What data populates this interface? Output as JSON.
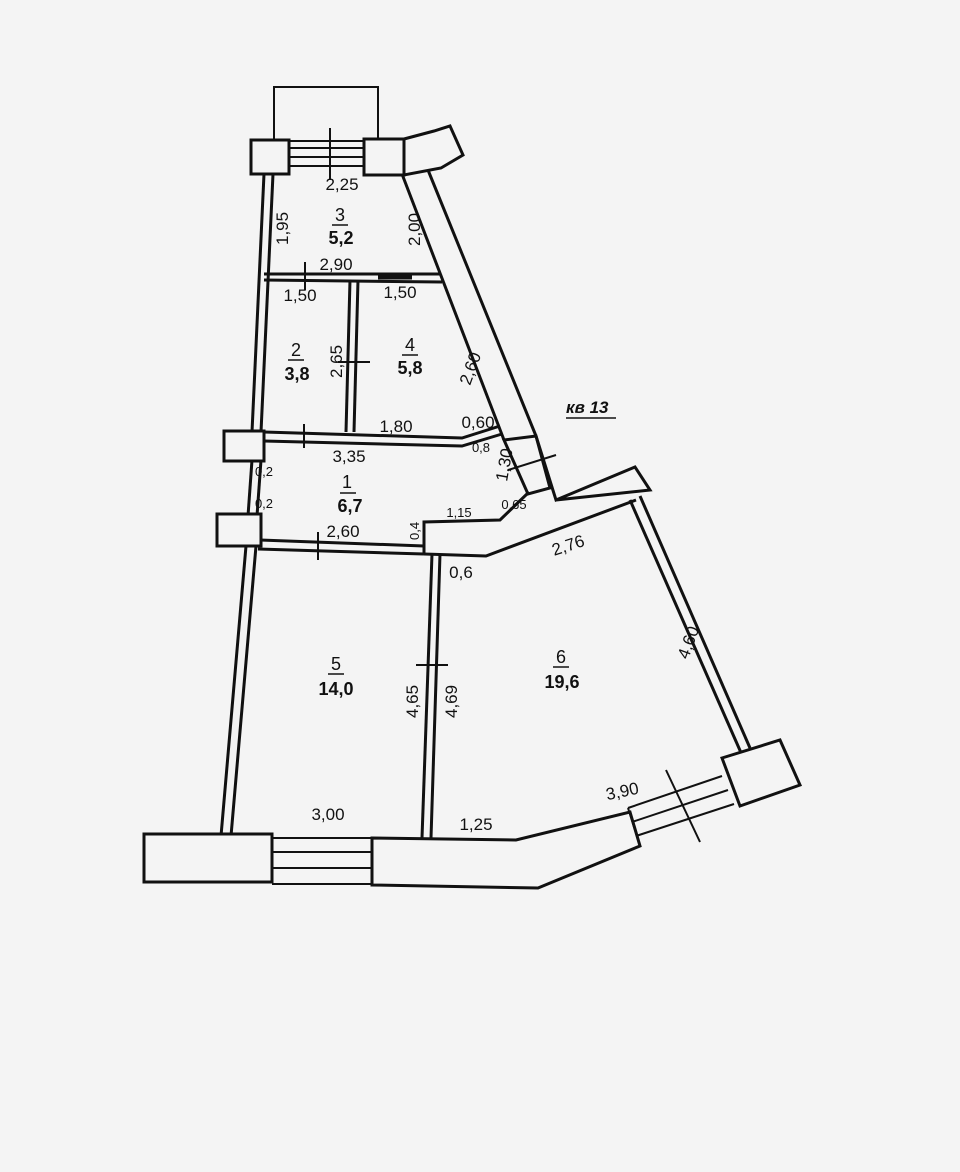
{
  "apartment_label": "кв 13",
  "rooms": [
    {
      "number": "1",
      "area": "6,7"
    },
    {
      "number": "2",
      "area": "3,8"
    },
    {
      "number": "3",
      "area": "5,2"
    },
    {
      "number": "4",
      "area": "5,8"
    },
    {
      "number": "5",
      "area": "14,0"
    },
    {
      "number": "6",
      "area": "19,6"
    }
  ],
  "dimensions": {
    "r3_top": "2,25",
    "r3_left": "1,95",
    "r3_right": "2,00",
    "r3_bottom": "2,90",
    "r2_top": "1,50",
    "r2_right": "2,65",
    "r4_top": "1,50",
    "r4_right": "2,60",
    "r4_bottom": "1,80",
    "r4_corner": "0,60",
    "r1_top": "3,35",
    "r1_bottom": "2,60",
    "r1_left_a": "0,2",
    "r1_left_b": "0,2",
    "r1_step": "1,15",
    "r1_step_h": "0,4",
    "r1_diag": "0,65",
    "r1_small": "0,8",
    "r1_side": "1,30",
    "r6_top": "2,76",
    "r6_right": "4,60",
    "r6_bottom_a": "1,25",
    "r6_bottom_b": "3,90",
    "r6_corner": "0,6",
    "r5_right": "4,65",
    "r5_bottom": "3,00",
    "r6_left": "4,69"
  }
}
